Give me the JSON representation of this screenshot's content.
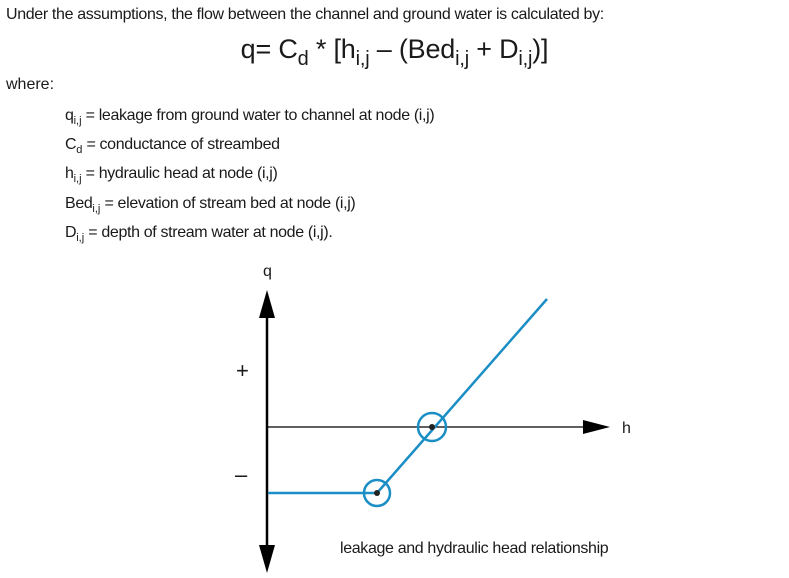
{
  "intro_text": "Under the assumptions, the flow between the channel and ground water is calculated by:",
  "equation": {
    "lhs": "q= C",
    "cd_sub": "d",
    "star": " * [h",
    "h_sub": "i,j",
    "minus": " – (Bed",
    "bed_sub": "i,j",
    "plus": " + D",
    "d_sub": "i,j",
    "close": ")]"
  },
  "where_label": "where:",
  "definitions": [
    {
      "sym": "q",
      "sub": "i,j",
      "text": " = leakage from ground water to channel at node (i,j)"
    },
    {
      "sym": "C",
      "sub": "d",
      "text": " = conductance of streambed"
    },
    {
      "sym": "h",
      "sub": "i,j",
      "text": " = hydraulic head at node (i,j)"
    },
    {
      "sym": "Bed",
      "sub": "i,j",
      "text": " = elevation of stream bed at node (i,j)"
    },
    {
      "sym": "D",
      "sub": "i,j",
      "text": " = depth of stream water at node (i,j)."
    }
  ],
  "graph": {
    "y_axis_label": "q",
    "x_axis_label": "h",
    "plus_sign": "+",
    "minus_sign": "–",
    "caption": "leakage and hydraulic head relationship",
    "axis_color": "#000000",
    "curve_color": "#1b8ec5"
  }
}
